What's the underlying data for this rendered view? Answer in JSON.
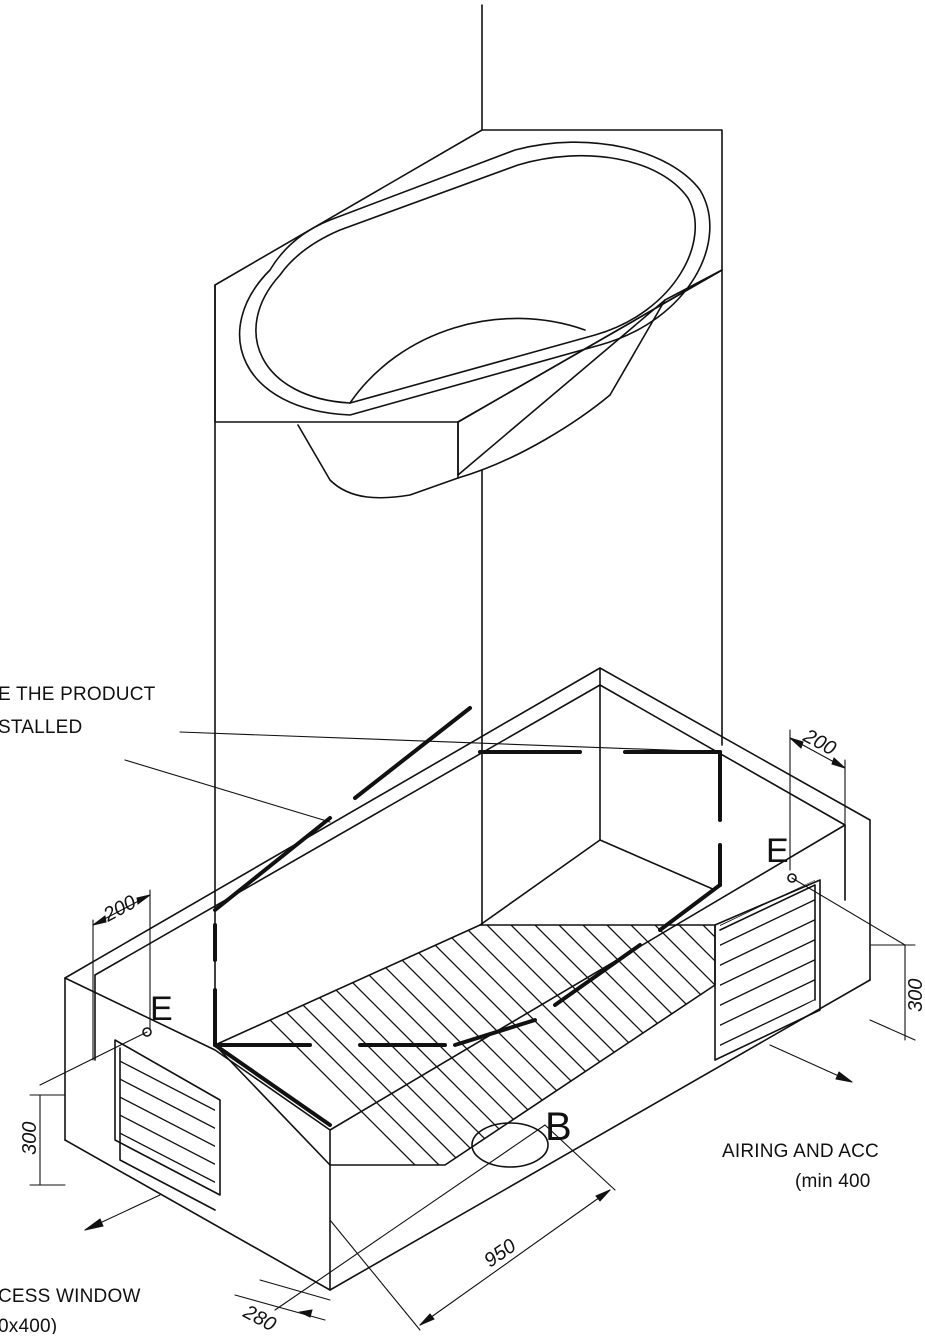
{
  "notes": {
    "product_line1": "E THE PRODUCT",
    "product_line2": "STALLED",
    "right_line1": "AIRING AND ACC",
    "right_line2": "(min 400",
    "left_line1": "CESS WINDOW",
    "left_line2": "0x400)"
  },
  "labels": {
    "drain": "B",
    "electric_left": "E",
    "electric_right": "E"
  },
  "dimensions": {
    "left_width": "200",
    "right_width": "200",
    "left_height": "300",
    "right_height": "300",
    "drain_length": "950",
    "drain_offset": "280"
  }
}
